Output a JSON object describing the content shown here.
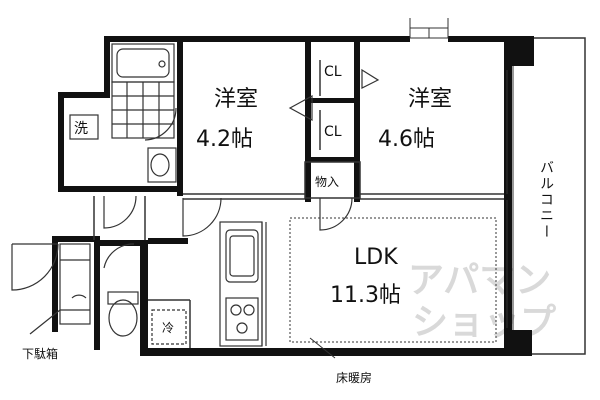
{
  "rooms": {
    "western_room_left": {
      "name": "洋室",
      "size": "4.2帖"
    },
    "western_room_right": {
      "name": "洋室",
      "size": "4.6帖"
    },
    "closet_upper": "CL",
    "closet_lower": "CL",
    "storage": "物入",
    "ldk": {
      "name": "LDK",
      "size": "11.3帖"
    },
    "balcony": "バルコニー"
  },
  "fixtures": {
    "washer": "洗",
    "fridge": "冷"
  },
  "annotations": {
    "shoe_box": "下駄箱",
    "floor_heating": "床暖房"
  },
  "watermark": {
    "line1": "アパマン",
    "line2": "ショップ"
  },
  "colors": {
    "wall": "#111111",
    "line": "#333333",
    "watermark": "#d9d9d9"
  }
}
